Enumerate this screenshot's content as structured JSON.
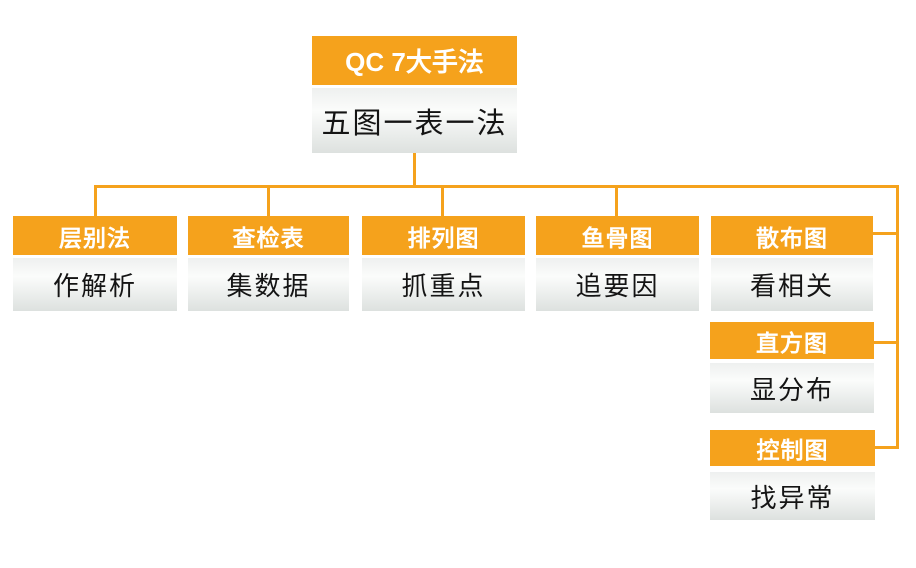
{
  "diagram": {
    "root": {
      "title": "QC 7大手法",
      "subtitle": "五图一表一法"
    },
    "tools": [
      {
        "title": "层别法",
        "subtitle": "作解析"
      },
      {
        "title": "查检表",
        "subtitle": "集数据"
      },
      {
        "title": "排列图",
        "subtitle": "抓重点"
      },
      {
        "title": "鱼骨图",
        "subtitle": "追要因"
      },
      {
        "title": "散布图",
        "subtitle": "看相关"
      },
      {
        "title": "直方图",
        "subtitle": "显分布"
      },
      {
        "title": "控制图",
        "subtitle": "找异常"
      }
    ],
    "colors": {
      "accent": "#F5A21C",
      "header_text": "#FFFFFF",
      "body_text": "#141414",
      "body_gradient_top": "#EEF0EF",
      "body_gradient_bottom": "#DDE1DF",
      "background": "#FFFFFF"
    }
  }
}
